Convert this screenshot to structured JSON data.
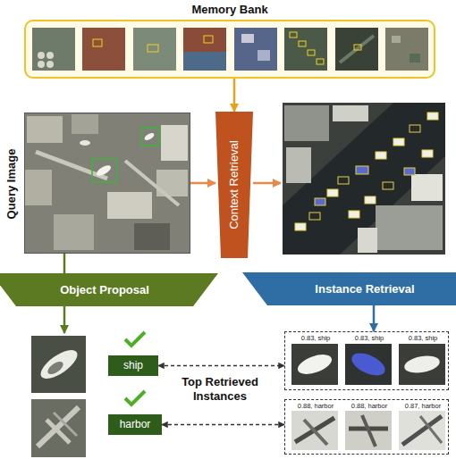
{
  "diagram": {
    "nodes": [
      {
        "text": [
          "Memory Bank"
        ]
      },
      {
        "text": [
          "Query Image"
        ]
      },
      {
        "text": [
          "Context Retrieval"
        ]
      },
      {
        "text": [
          "Object Proposal"
        ]
      },
      {
        "text": [
          "Instance Retrieval"
        ]
      },
      {
        "text": [
          "ship"
        ]
      },
      {
        "text": [
          "harbor"
        ]
      },
      {
        "text": [
          "0.83, ship",
          "0.83, ship",
          "0.83, ship"
        ]
      },
      {
        "text": [
          "0.88, harbor",
          "0.88, harbor",
          "0.87, harbor"
        ]
      }
    ],
    "edges": [
      {
        "from": 0,
        "to": 2,
        "arrow": "to"
      },
      {
        "from": 1,
        "to": 2,
        "arrow": "to"
      },
      {
        "from": 1,
        "to": 3,
        "arrow": "none"
      },
      {
        "from": 4,
        "to": 7,
        "arrow": "to"
      },
      {
        "from": 5,
        "to": 7,
        "arrow": "both"
      },
      {
        "from": 6,
        "to": 8,
        "arrow": "both"
      }
    ],
    "labels": [
      "Top Retrieved Instances"
    ]
  }
}
